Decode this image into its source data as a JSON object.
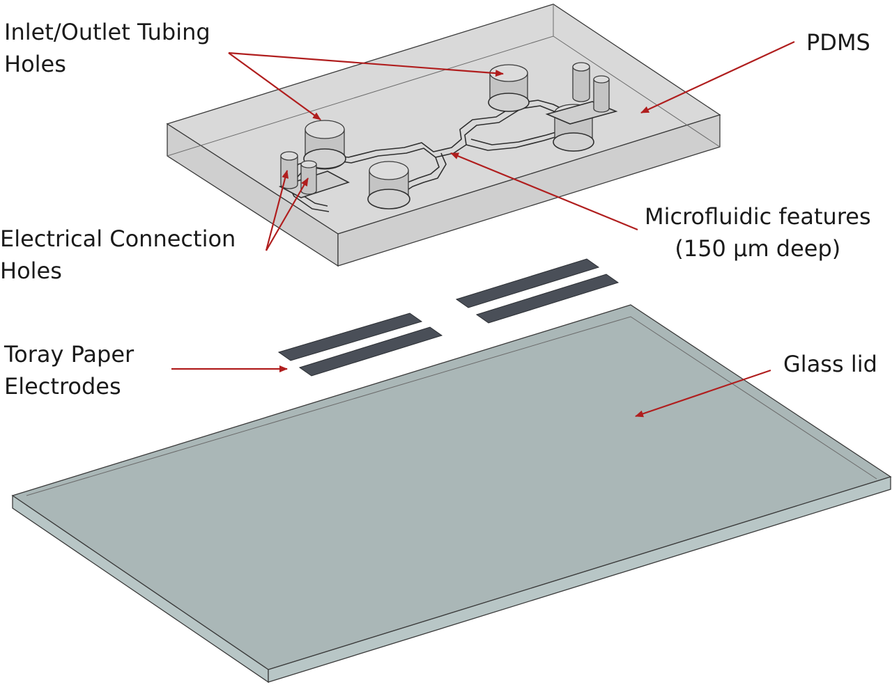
{
  "labels": {
    "inlet_outlet": {
      "line1": "Inlet/Outlet Tubing",
      "line2": "Holes"
    },
    "pdms": "PDMS",
    "electrical": {
      "line1": "Electrical Connection",
      "line2": "Holes"
    },
    "microfluidic": {
      "line1": "Microfluidic features",
      "line2": "(150 µm deep)"
    },
    "toray": {
      "line1": "Toray Paper",
      "line2": "Electrodes"
    },
    "glass_lid": "Glass lid"
  },
  "colors": {
    "arrow": "#b01e1e",
    "pdms_top": "#d9d9d9",
    "pdms_side": "#cfcfcf",
    "glass_top": "#aab7b7",
    "glass_side": "#b8c6c6",
    "electrode": "#4a4f58",
    "outline": "#3a3a3a"
  }
}
